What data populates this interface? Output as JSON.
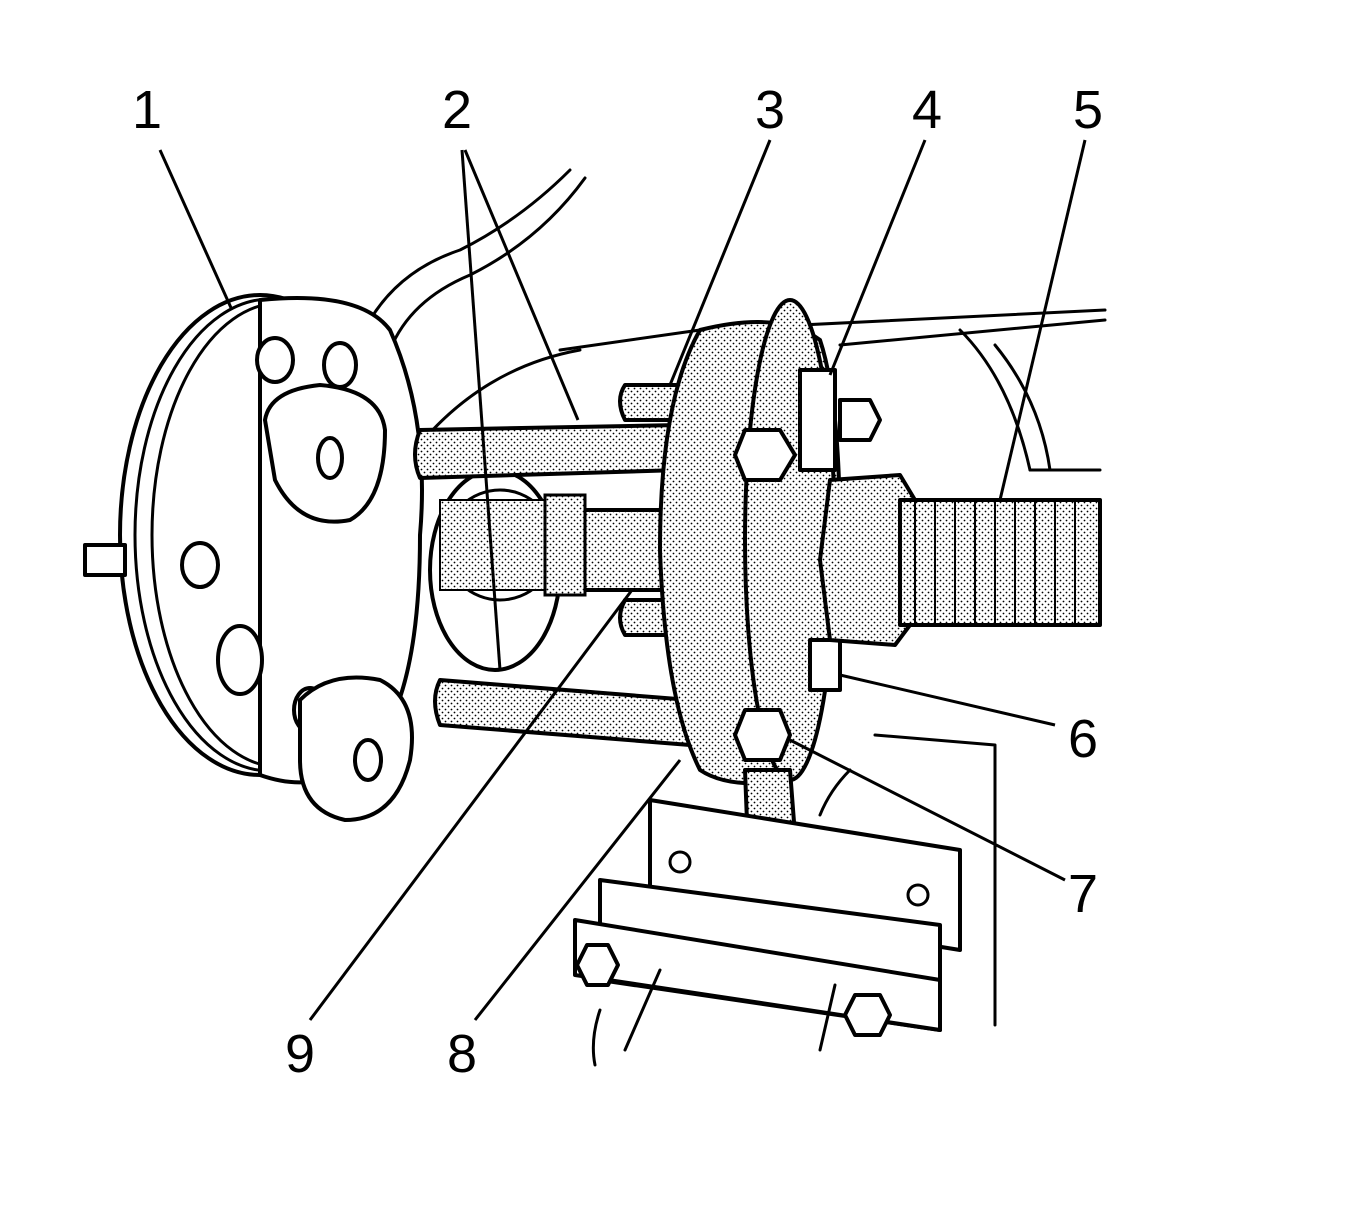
{
  "callouts": [
    {
      "id": "1",
      "label": "1"
    },
    {
      "id": "2",
      "label": "2"
    },
    {
      "id": "3",
      "label": "3"
    },
    {
      "id": "4",
      "label": "4"
    },
    {
      "id": "5",
      "label": "5"
    },
    {
      "id": "6",
      "label": "6"
    },
    {
      "id": "7",
      "label": "7"
    },
    {
      "id": "8",
      "label": "8"
    },
    {
      "id": "9",
      "label": "9"
    }
  ],
  "colors": {
    "ink": "#000000",
    "background": "#ffffff",
    "stipple": "#000000"
  }
}
